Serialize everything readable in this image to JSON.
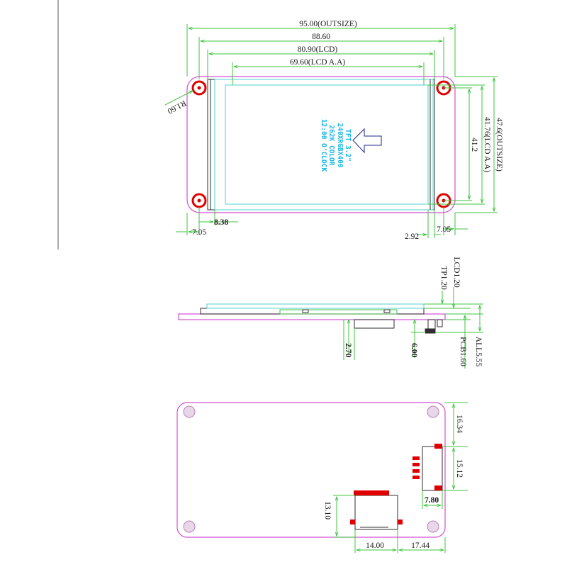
{
  "colors": {
    "dimension_green": "#3cc43c",
    "pcb_magenta": "#d24fd2",
    "lcd_cyan": "#4fd0d0",
    "mount_red": "#e00000",
    "label_dark": "#1a1a1a",
    "note_cyan": "#19b8e6"
  },
  "front_view": {
    "dims": {
      "outsize_width": "95.00(OUTSIZE)",
      "hole_pitch": "88.60",
      "lcd_width": "80.90(LCD)",
      "lcd_active_width": "69.60(LCD A.A)",
      "outsize_height": "47.6(OUTSIZE)",
      "lcd_active_height": "41.76(LCD A.A)",
      "inner_height": "41.2",
      "corner_radius": "R1.60",
      "left_lcd_offset": "8.38",
      "left_edge_offset": "7.05",
      "right_edge_offset": "7.05",
      "right_lcd_offset": "2.92"
    },
    "panel_note": {
      "line1": "TFT 3.2\"",
      "line2": "240XRGBX400",
      "line3": "262K COLOR",
      "line4": "12:00 O'CLOCK"
    }
  },
  "side_view": {
    "dims": {
      "lcd_thickness": "LCD1.20",
      "tp_thickness": "TP1.20",
      "all_thickness": "ALL5.55",
      "pcb_thickness": "PCB1.60",
      "connector_height": "2.70",
      "header_height": "6.00"
    }
  },
  "back_view": {
    "dims": {
      "top_to_header": "16.34",
      "header_length": "15.12",
      "header_offset": "7.80",
      "fpc_height": "13.10",
      "fpc_width": "14.00",
      "fpc_right_offset": "17.44"
    }
  }
}
